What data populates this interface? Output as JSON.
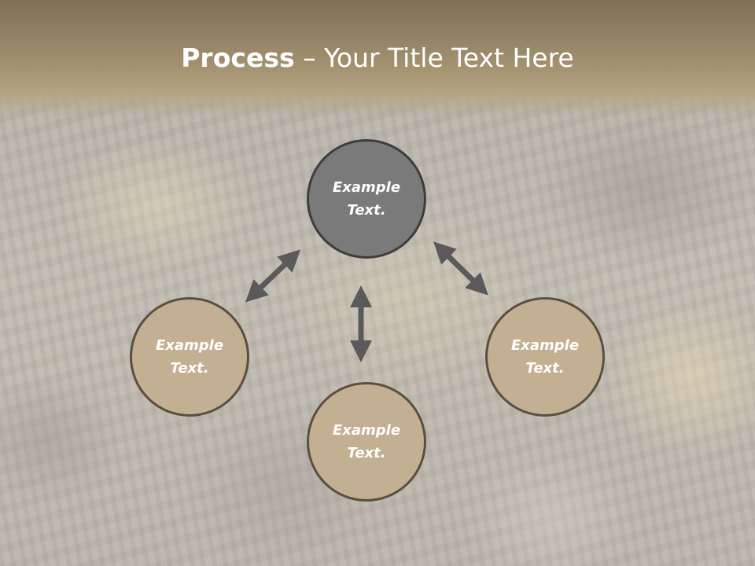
{
  "slide": {
    "title_bold": "Process",
    "title_rest": " – Your Title Text Here",
    "nodes": {
      "center": "Example\nText.",
      "left": "Example\nText.",
      "right": "Example\nText.",
      "bottom": "Example\nText."
    }
  },
  "colors": {
    "title_band": "#a1916f",
    "center_fill": "#7a7a7a",
    "node_fill": "#c3b092",
    "arrow": "#5a5a5a"
  },
  "icons": [
    "double-arrow-icon"
  ]
}
